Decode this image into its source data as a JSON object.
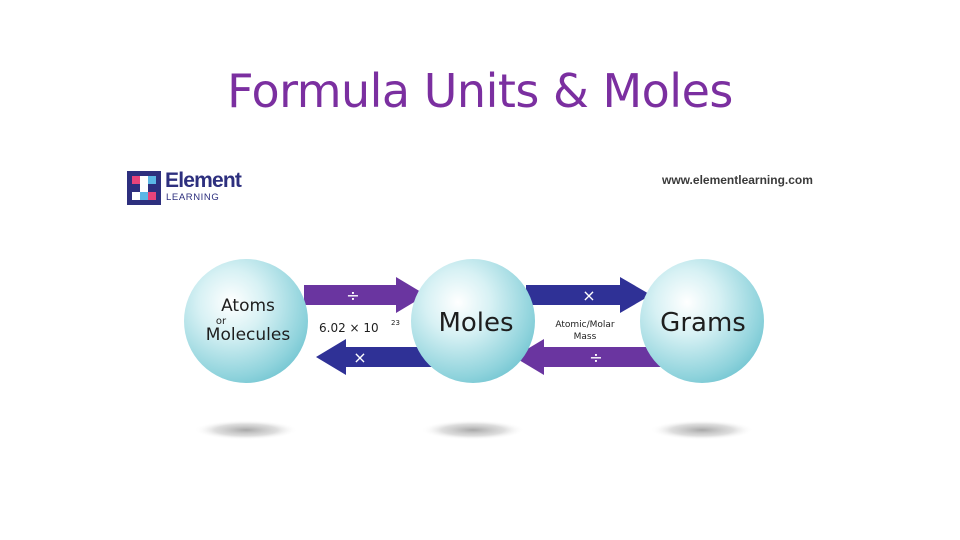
{
  "title": "Formula Units & Moles",
  "logo": {
    "word": "Element",
    "sub": "LEARNING"
  },
  "url": "www.elementlearning.com",
  "nodes": {
    "atoms": {
      "line1": "Atoms",
      "line2": "or",
      "line3": "Molecules"
    },
    "moles": {
      "label": "Moles"
    },
    "grams": {
      "label": "Grams"
    }
  },
  "conversions": {
    "left": {
      "top_op": "÷",
      "bottom_op": "×",
      "factor_base": "6.02 × 10",
      "factor_exp": "23"
    },
    "right": {
      "top_op": "×",
      "bottom_op": "÷",
      "factor_line1": "Atomic/Molar",
      "factor_line2": "Mass"
    }
  },
  "colors": {
    "title": "#7b2fa0",
    "arrow_purple": "#6a35a0",
    "arrow_navy": "#2f3196",
    "sphere": "#8fd3dc"
  }
}
